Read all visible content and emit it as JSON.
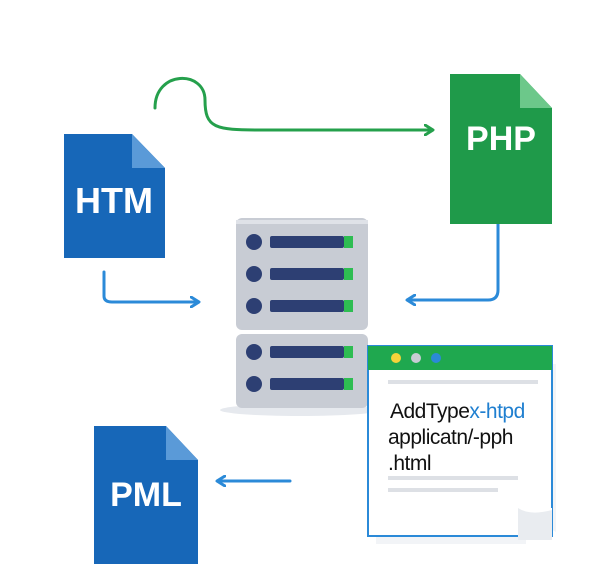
{
  "files": {
    "htm": {
      "label": "HTM",
      "color": "#1767b8"
    },
    "php": {
      "label": "PHP",
      "color": "#1f9a4a"
    },
    "pml": {
      "label": "PML",
      "color": "#1767b8"
    }
  },
  "config_window": {
    "line1_prefix": "AddType",
    "line1_suffix": "x-htpd",
    "line2": "applicatn/-pph",
    "line3": ".html",
    "titlebar_color": "#1fa84f"
  },
  "arrows": {
    "blue": "#2b8ad8",
    "green": "#25a04c"
  },
  "server": {
    "body_color": "#c8ccd4",
    "unit_color": "#2d3f73",
    "led_color": "#2ebd52"
  }
}
